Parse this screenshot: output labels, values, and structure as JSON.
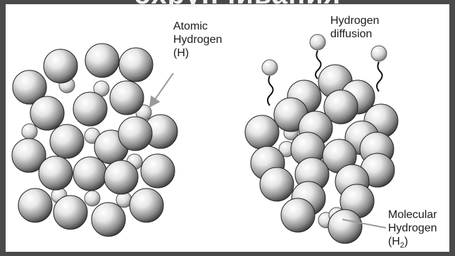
{
  "title": "охрупчивания",
  "labels": {
    "atomic": {
      "line1": "Atomic",
      "line2": "Hydrogen",
      "line3": "(H)"
    },
    "diffusion": {
      "line1": "Hydrogen",
      "line2": "diffusion"
    },
    "molecular": {
      "line1": "Molecular",
      "line2": "Hydrogen",
      "line3_prefix": "(H",
      "line3_sub": "2",
      "line3_suffix": ")"
    }
  },
  "colors": {
    "background": "#4a4a4a",
    "panel": "#ffffff",
    "atom_light": "#ffffff",
    "atom_dark": "#3a3a3a",
    "text": "#1a1a1a"
  }
}
